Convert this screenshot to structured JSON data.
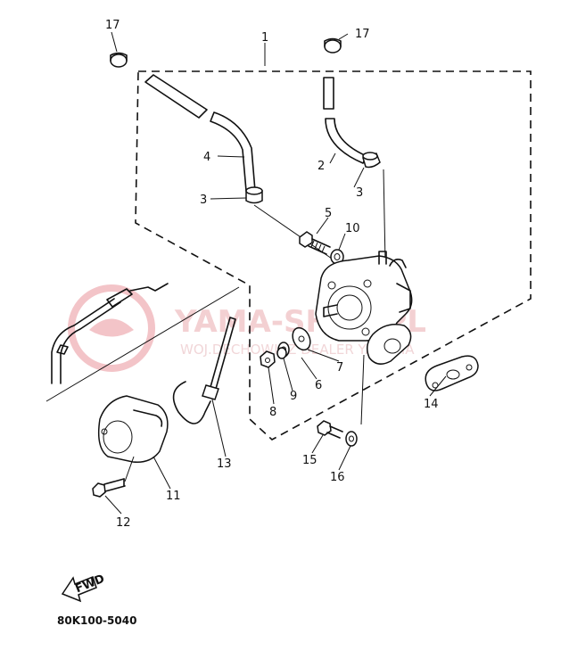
{
  "diagram": {
    "part_numbers": {
      "p1": "1",
      "p2": "2",
      "p3a": "3",
      "p3b": "3",
      "p4": "4",
      "p5": "5",
      "p6": "6",
      "p7": "7",
      "p8": "8",
      "p9": "9",
      "p10": "10",
      "p11": "11",
      "p12": "12",
      "p13": "13",
      "p14": "14",
      "p15": "15",
      "p16": "16",
      "p17a": "17",
      "p17b": "17"
    },
    "fwd_label": "FWD",
    "drawing_code": "80K100-5040"
  },
  "watermark": {
    "title": "YAMA-SHOP.PL",
    "subtitle": "WOJ.DECHOWICZ DEALER YAMAHA"
  },
  "colors": {
    "line": "#111111",
    "watermark": "#f0c6c9",
    "background": "#ffffff"
  }
}
